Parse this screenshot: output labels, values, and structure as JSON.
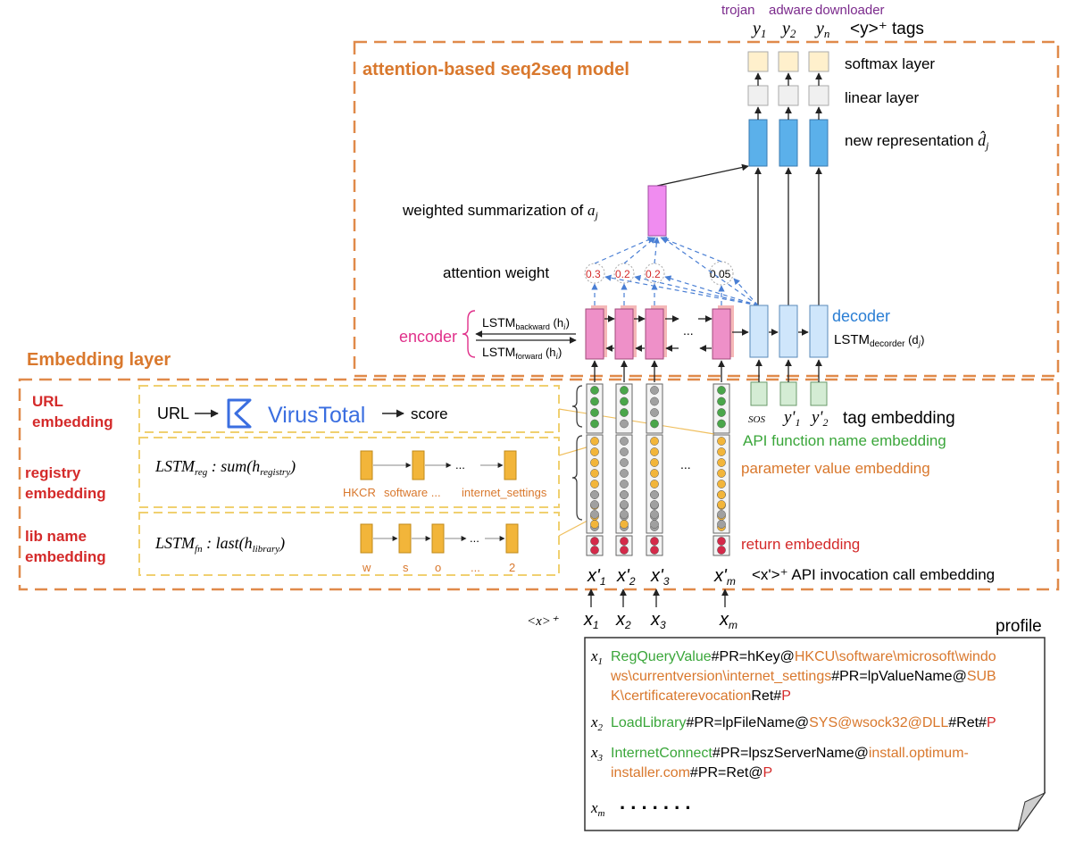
{
  "top_tags": {
    "trojan": "trojan",
    "adware": "adware",
    "downloader": "downloader"
  },
  "outputs": {
    "y1": "y",
    "y1_sub": "1",
    "y2": "y",
    "y2_sub": "2",
    "yn": "y",
    "yn_sub": "n",
    "tags_label": "<y>⁺ tags"
  },
  "seq2seq": {
    "title": "attention-based seq2seq model",
    "softmax": "softmax layer",
    "linear": "linear layer",
    "new_rep": "new representation",
    "weighted": "weighted summarization of",
    "weighted_var": "a",
    "weighted_sub": "j",
    "attention": "attention weight",
    "weights": [
      "0.3",
      "0.2",
      "0.2",
      "0.05"
    ],
    "encoder": "encoder",
    "decoder": "decoder",
    "lstm_backward": "LSTM",
    "lstm_backward_sub": "backward",
    "lstm_backward_arg": "(h",
    "lstm_forward": "LSTM",
    "lstm_forward_sub": "forward",
    "lstm_decoder": "LSTM",
    "lstm_decoder_sub": "decorder",
    "ellipsis": "..."
  },
  "embedding": {
    "title": "Embedding layer",
    "url_title_1": "URL",
    "url_title_2": "embedding",
    "url": "URL",
    "virustotal": "VirusTotal",
    "score": "score",
    "reg_title_1": "registry",
    "reg_title_2": "embedding",
    "reg_formula_a": "LSTM",
    "reg_formula_sub": "reg",
    "reg_formula_b": " : sum(h",
    "reg_formula_sub2": "registry",
    "reg_labels": [
      "HKCR",
      "software ...",
      "internet_settings"
    ],
    "lib_title_1": "lib name",
    "lib_title_2": "embedding",
    "lib_formula_a": "LSTM",
    "lib_formula_sub": "fn",
    "lib_formula_b": " : last(h",
    "lib_formula_sub2": "library",
    "lib_labels": [
      "w",
      "s",
      "o",
      "...",
      "2"
    ],
    "sos": "SOS",
    "tag_embedding": "tag embedding",
    "api_name": "API function name embedding",
    "param_value": "parameter value embedding",
    "return_emb": "return embedding",
    "api_call": "<x'>⁺ API invocation call  embedding",
    "x_primes": [
      "x'",
      "x'",
      "x'",
      "x'"
    ],
    "x_prime_subs": [
      "1",
      "2",
      "3",
      "m"
    ],
    "y_primes": [
      "y'",
      "y'"
    ],
    "y_prime_subs": [
      "1",
      "2"
    ]
  },
  "inputs": {
    "label": "<x>⁺",
    "xs": [
      "x",
      "x",
      "x",
      "x"
    ],
    "subs": [
      "1",
      "2",
      "3",
      "m"
    ]
  },
  "profile": {
    "title": "profile",
    "x1_api": "RegQueryValue",
    "x1_a": "#PR=hKey@",
    "x1_b": "HKCU\\software\\microsoft\\windo",
    "x1_c": "ws\\currentversion\\internet_settings",
    "x1_d": "#PR=lpValueName@",
    "x1_e": "SUB",
    "x1_f": "K\\certificaterevocation",
    "x1_g": "Ret#",
    "x1_h": "P",
    "x2_api": "LoadLibrary",
    "x2_a": "#PR=lpFileName@",
    "x2_b": "SYS@wsock32@DLL",
    "x2_c": "#Ret#",
    "x2_d": "P",
    "x3_api": "InternetConnect",
    "x3_a": "#PR=lpszServerName@",
    "x3_b": "install.optimum-",
    "x3_c": "installer.com",
    "x3_d": "#PR=Ret@",
    "x3_e": "P",
    "xm_dots": ". . . . . . ."
  }
}
